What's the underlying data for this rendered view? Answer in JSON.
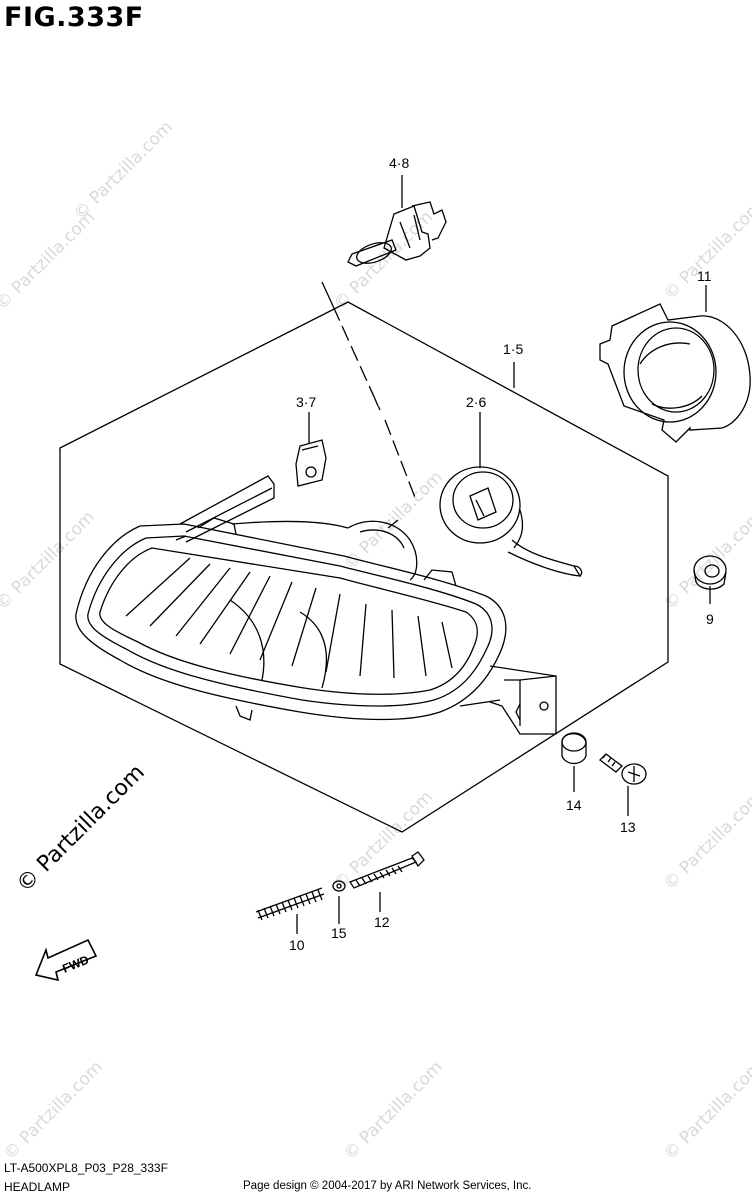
{
  "figure": {
    "title": "FIG.333F",
    "model_code": "LT-A500XPL8_P03_P28_333F",
    "section_name": "HEADLAMP",
    "credit": "Page design © 2004-2017 by ARI Network Services, Inc."
  },
  "watermark": {
    "text": "© Partzilla.com"
  },
  "fwd_label": "FWD",
  "callouts": [
    {
      "id": "c-4-8",
      "label": "4·8"
    },
    {
      "id": "c-11",
      "label": "11"
    },
    {
      "id": "c-1-5",
      "label": "1·5"
    },
    {
      "id": "c-3-7",
      "label": "3·7"
    },
    {
      "id": "c-2-6",
      "label": "2·6"
    },
    {
      "id": "c-9",
      "label": "9"
    },
    {
      "id": "c-14",
      "label": "14"
    },
    {
      "id": "c-13",
      "label": "13"
    },
    {
      "id": "c-12",
      "label": "12"
    },
    {
      "id": "c-15",
      "label": "15"
    },
    {
      "id": "c-10",
      "label": "10"
    }
  ]
}
